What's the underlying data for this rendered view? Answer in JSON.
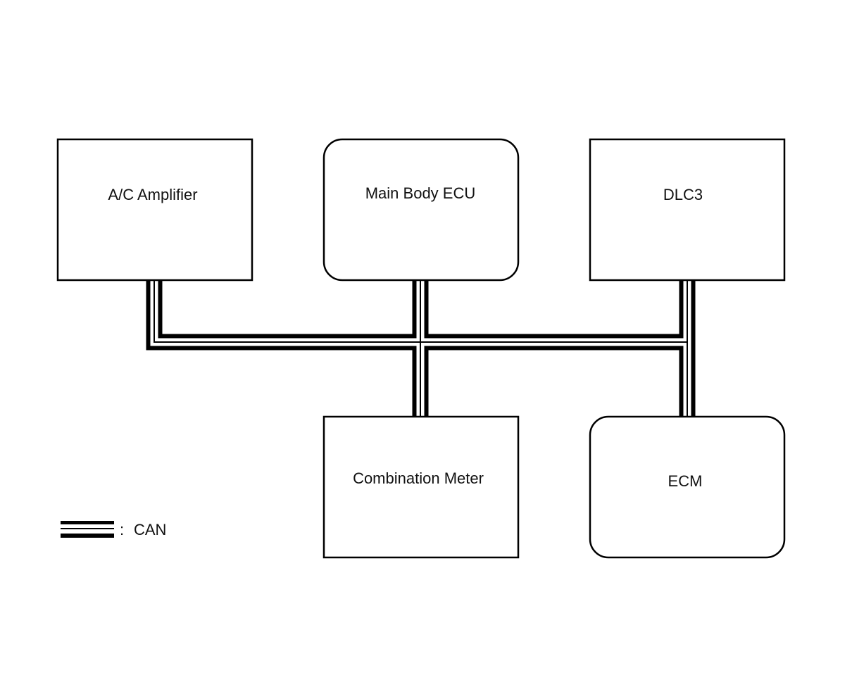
{
  "diagram": {
    "nodes": {
      "ac_amplifier": {
        "label": "A/C Amplifier"
      },
      "main_body_ecu": {
        "label": "Main Body ECU"
      },
      "dlc3": {
        "label": "DLC3"
      },
      "combination_meter": {
        "label": "Combination Meter"
      },
      "ecm": {
        "label": "ECM"
      }
    },
    "legend": {
      "separator": ":",
      "label": "CAN"
    },
    "colors": {
      "line": "#000000",
      "background": "#ffffff"
    }
  }
}
